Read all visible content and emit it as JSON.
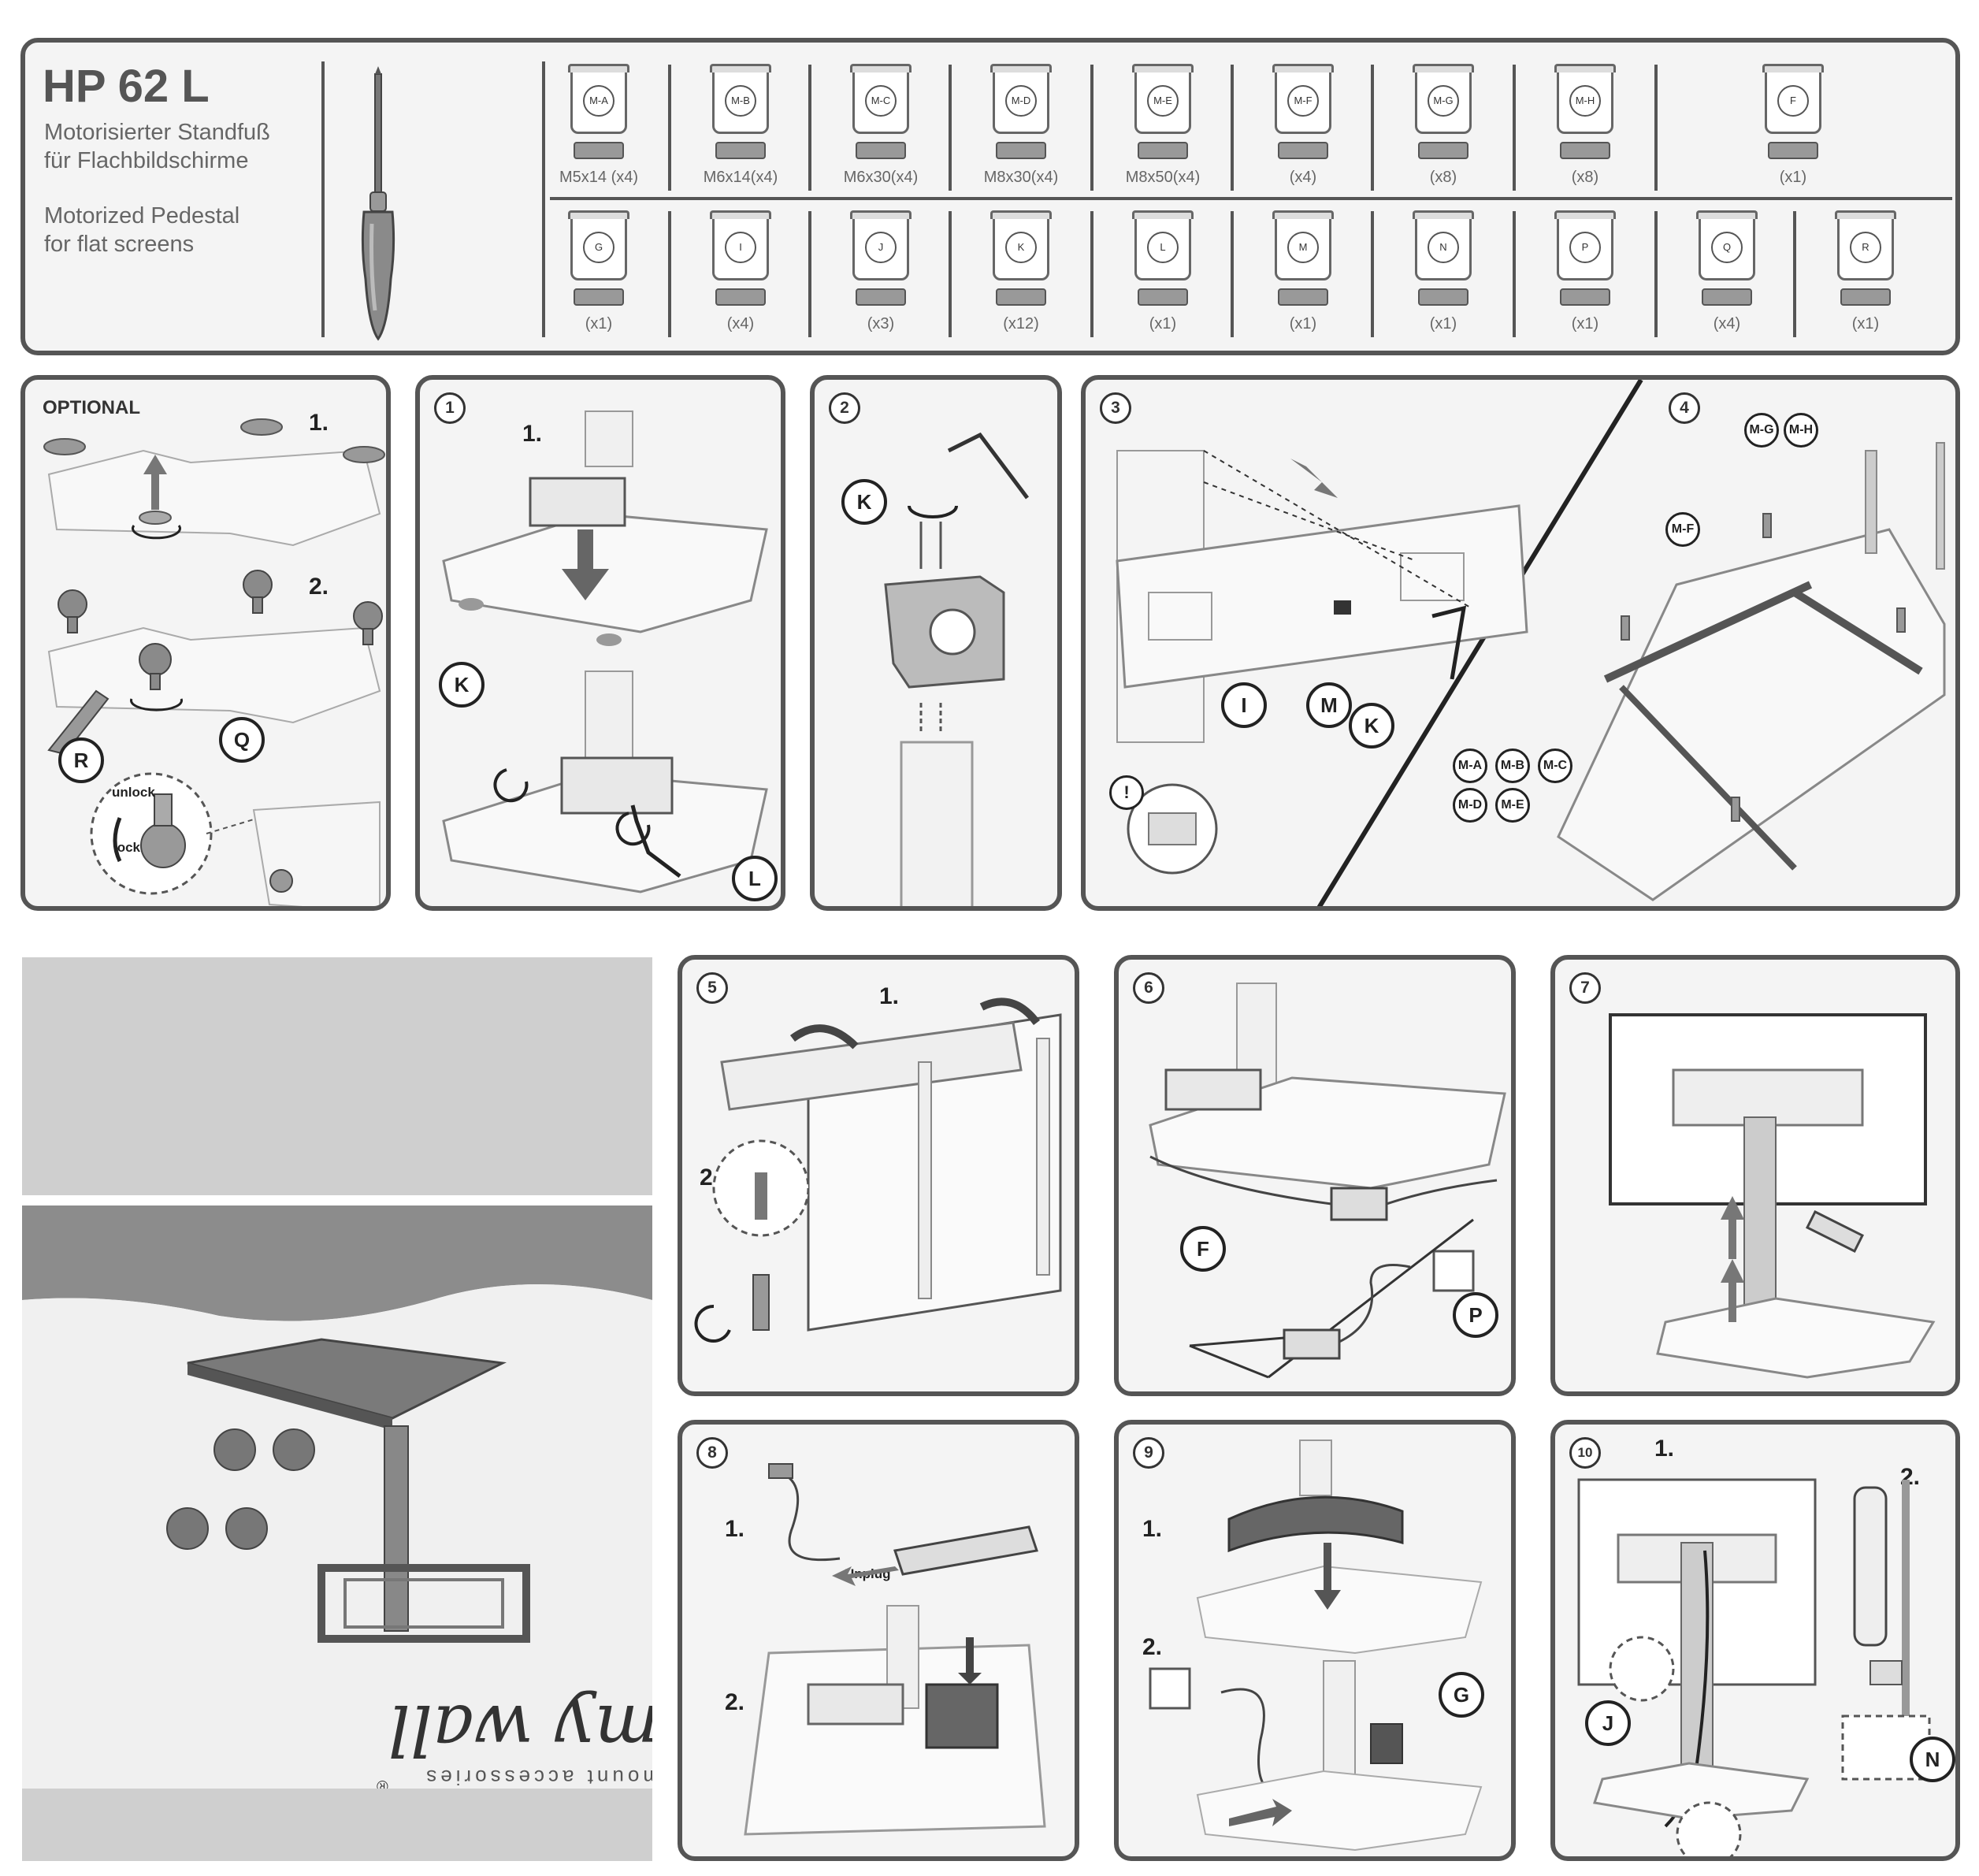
{
  "header": {
    "model": "HP 62 L",
    "de_line1": "Motorisierter Standfuß",
    "de_line2": "für Flachbildschirme",
    "en_line1": "Motorized Pedestal",
    "en_line2": "for flat screens"
  },
  "parts_top": [
    {
      "code": "M-A",
      "qty": "M5x14 (x4)"
    },
    {
      "code": "M-B",
      "qty": "M6x14(x4)"
    },
    {
      "code": "M-C",
      "qty": "M6x30(x4)"
    },
    {
      "code": "M-D",
      "qty": "M8x30(x4)"
    },
    {
      "code": "M-E",
      "qty": "M8x50(x4)"
    },
    {
      "code": "M-F",
      "qty": "(x4)"
    },
    {
      "code": "M-G",
      "qty": "(x8)"
    },
    {
      "code": "M-H",
      "qty": "(x8)"
    },
    {
      "code": "F",
      "qty": "(x1)"
    }
  ],
  "parts_bottom": [
    {
      "code": "G",
      "qty": "(x1)"
    },
    {
      "code": "I",
      "qty": "(x4)"
    },
    {
      "code": "J",
      "qty": "(x3)"
    },
    {
      "code": "K",
      "qty": "(x12)"
    },
    {
      "code": "L",
      "qty": "(x1)"
    },
    {
      "code": "M",
      "qty": "(x1)"
    },
    {
      "code": "N",
      "qty": "(x1)"
    },
    {
      "code": "P",
      "qty": "(x1)"
    },
    {
      "code": "Q",
      "qty": "(x4)"
    },
    {
      "code": "R",
      "qty": "(x1)"
    }
  ],
  "optional": {
    "title": "OPTIONAL",
    "s1": "1.",
    "s2": "2.",
    "unlock": "unlock",
    "lock": "lock",
    "c_r": "R",
    "c_q": "Q"
  },
  "step1": {
    "num": "1",
    "s1": "1.",
    "c_k": "K",
    "c_l": "L"
  },
  "step2": {
    "num": "2",
    "c_k": "K"
  },
  "step3": {
    "num": "3",
    "c_i": "I",
    "c_m": "M",
    "c_k": "K",
    "warn": "!"
  },
  "step4": {
    "num": "4",
    "mg": "M-G",
    "mh": "M-H",
    "mf": "M-F",
    "ma": "M-A",
    "mb": "M-B",
    "mc": "M-C",
    "md": "M-D",
    "me": "M-E"
  },
  "step5": {
    "num": "5",
    "s1": "1.",
    "s2": "2."
  },
  "step6": {
    "num": "6",
    "c_f": "F",
    "c_p": "P"
  },
  "step7": {
    "num": "7"
  },
  "step8": {
    "num": "8",
    "s1": "1.",
    "s2": "2.",
    "unplug": "Unplug"
  },
  "step9": {
    "num": "9",
    "s1": "1.",
    "s2": "2.",
    "c_g": "G"
  },
  "step10": {
    "num": "10",
    "s1": "1.",
    "s2": "2.",
    "c_j": "J",
    "c_n": "N"
  },
  "cover": {
    "brand": "my wall",
    "tagline": "mount accessories",
    "reg": "®"
  },
  "colors": {
    "frame": "#555555",
    "panel": "#f4f4f4",
    "band": "#cfcfcf",
    "wave": "#8c8c8c"
  }
}
